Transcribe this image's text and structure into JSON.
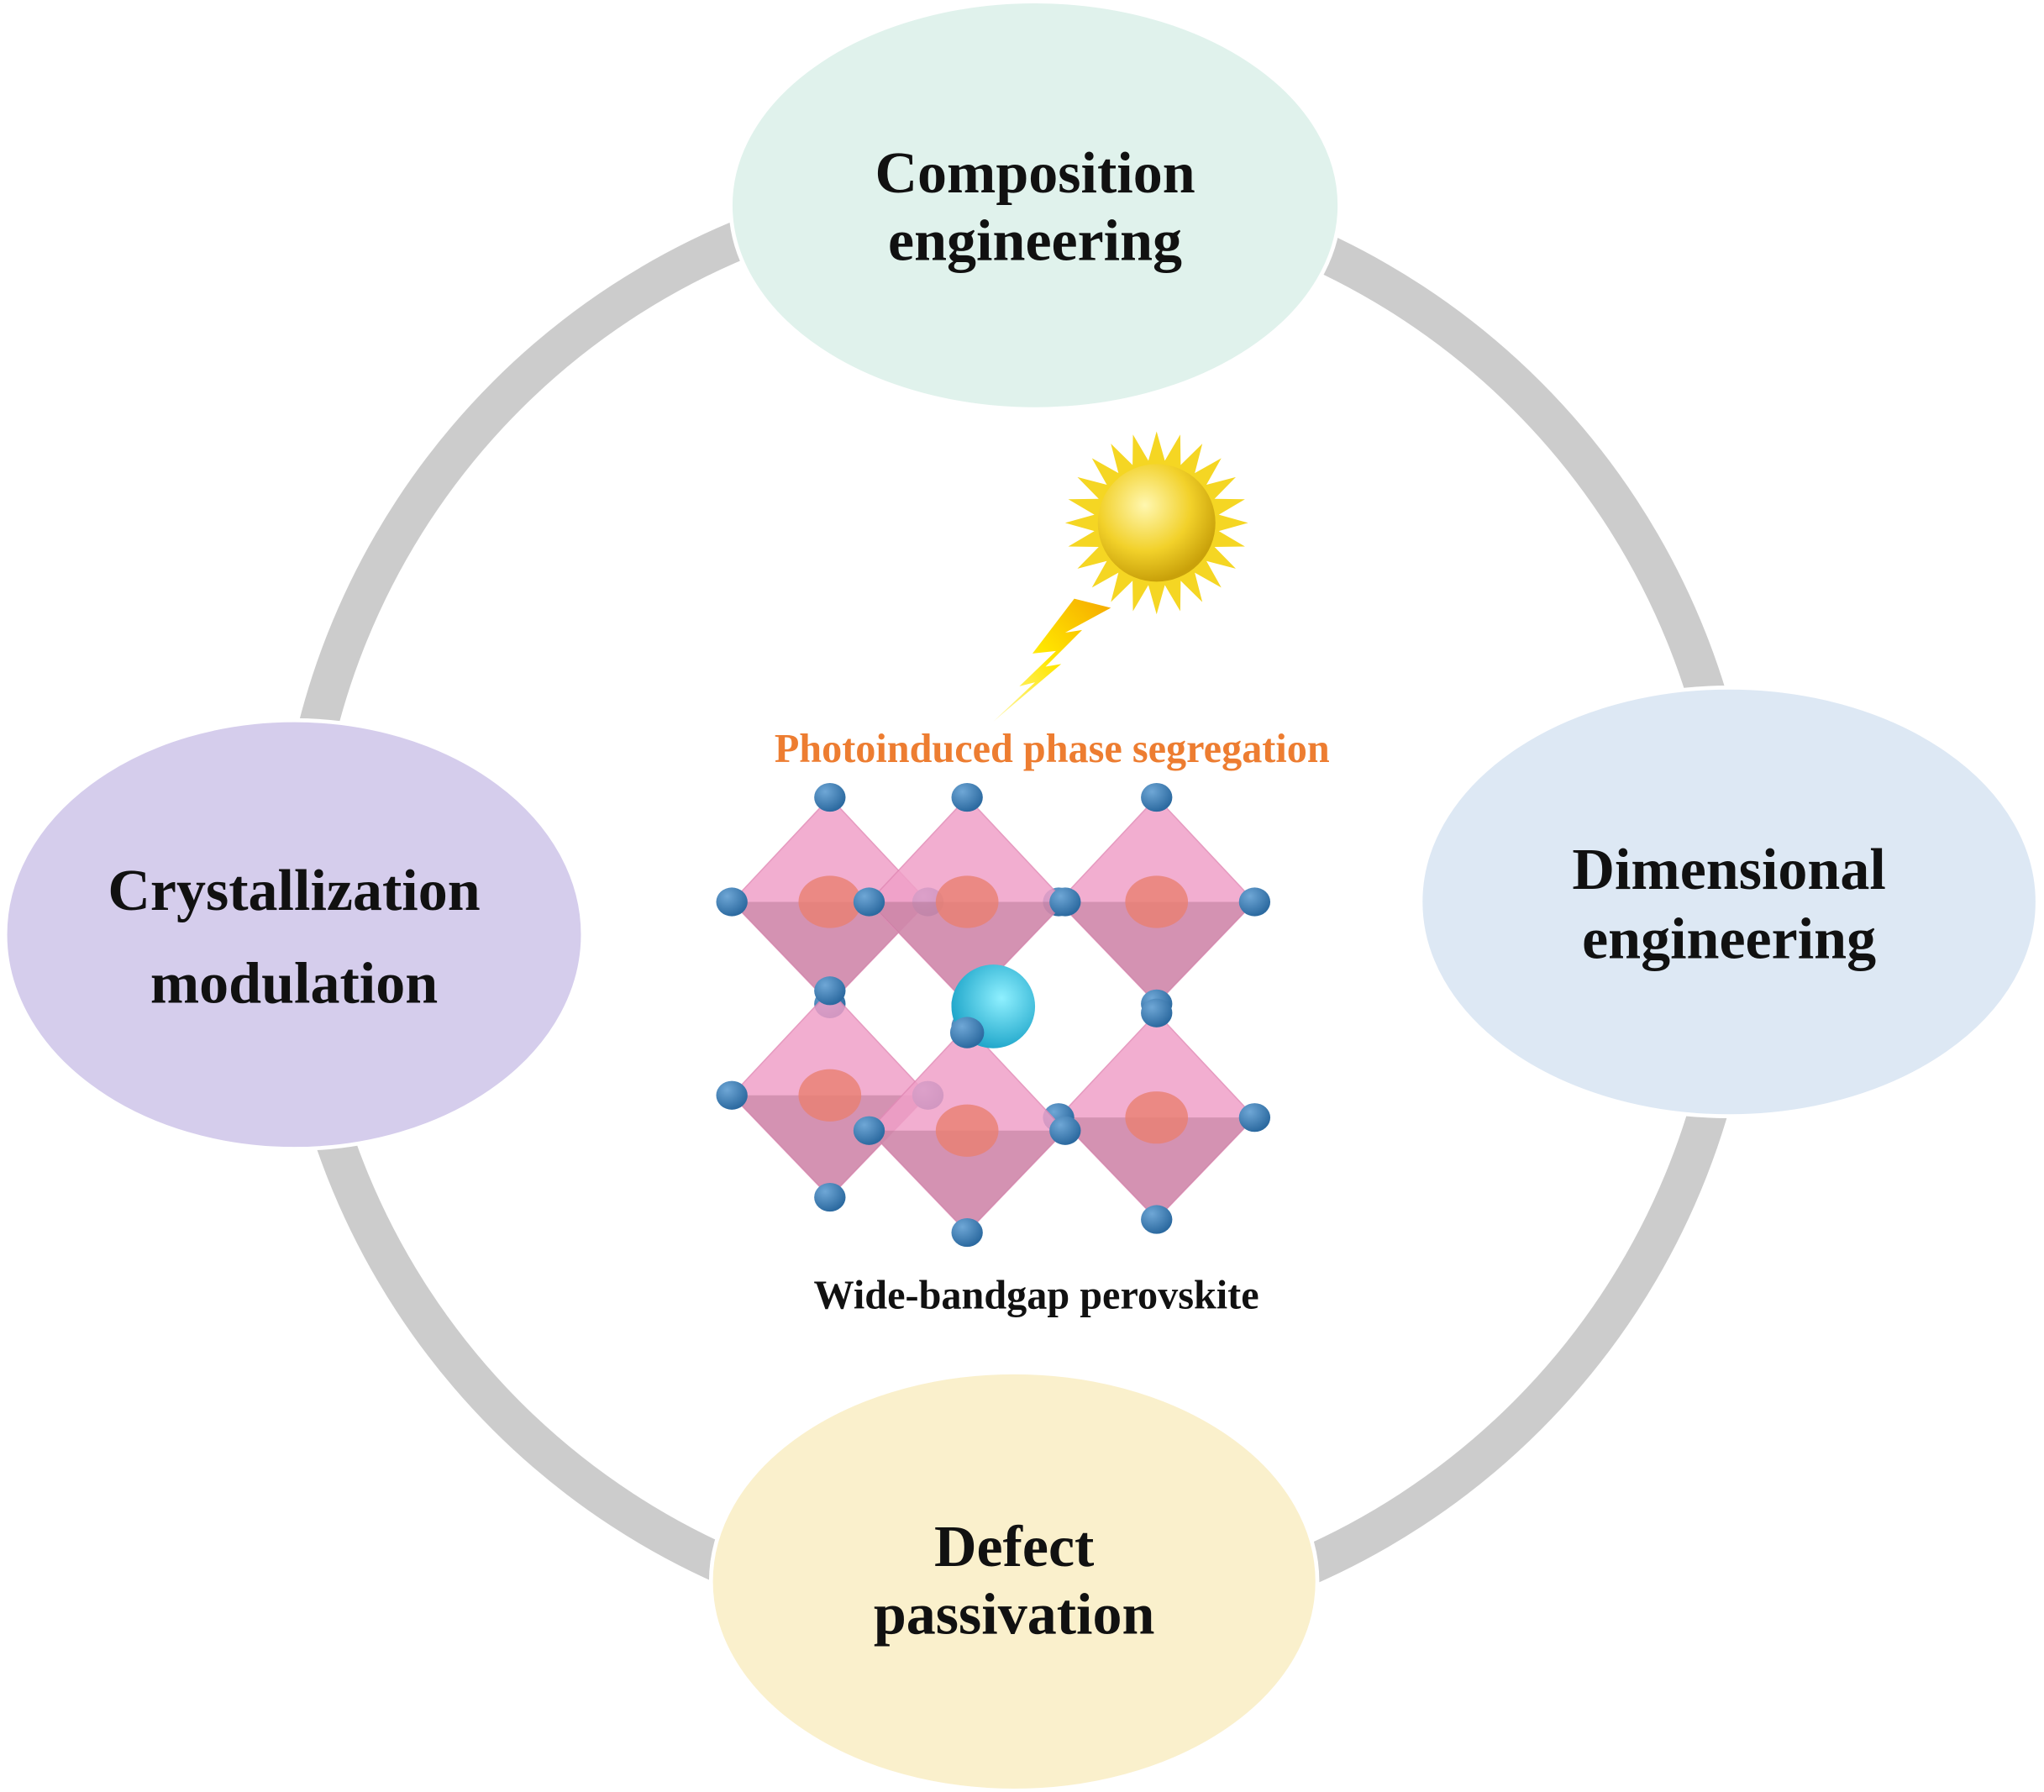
{
  "center": {
    "top_label": "Photoinduced phase segregation",
    "bottom_label": "Wide-bandgap perovskite",
    "top_label_color": "#ed7d31",
    "icons": [
      "sun-icon",
      "lightning-icon",
      "perovskite-crystal-structure"
    ]
  },
  "strategies": [
    {
      "line1": "Composition",
      "line2": "engineering",
      "color": "#e0f2ec"
    },
    {
      "line1": "Dimensional",
      "line2": "engineering",
      "color": "#dde8f4"
    },
    {
      "line1": "Defect",
      "line2": "passivation",
      "color": "#faf0cc"
    },
    {
      "line1": "Crystallization",
      "line2": "modulation",
      "color": "#d5cdec"
    }
  ],
  "ring_color": "#cccccc"
}
